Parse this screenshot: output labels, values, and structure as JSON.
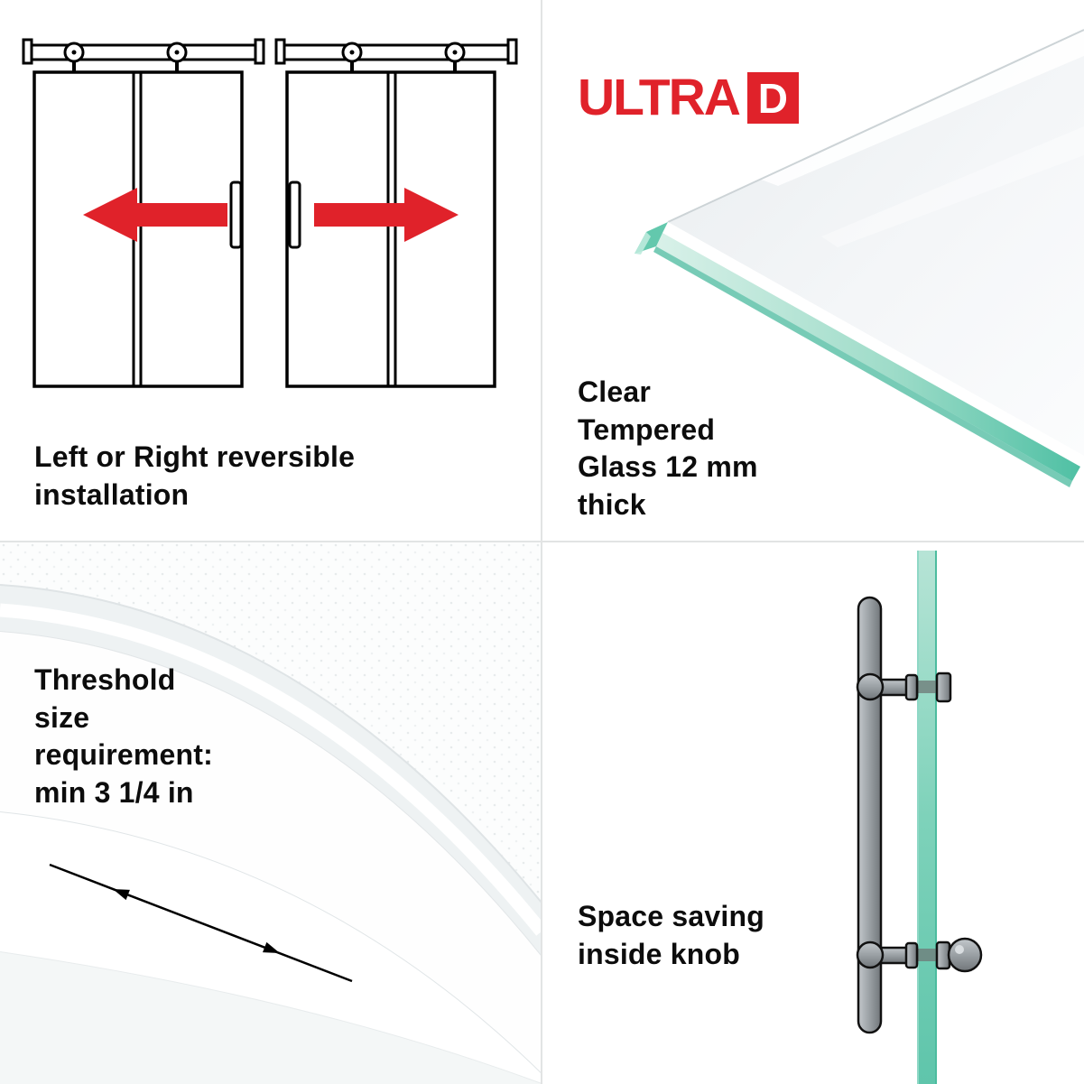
{
  "brand": {
    "name": "ULTRA",
    "boxed_letter": "D",
    "accent_color": "#e0222a"
  },
  "panels": {
    "reversible": {
      "caption": "Left or Right reversible\ninstallation"
    },
    "glass": {
      "caption": "Clear\nTempered\nGlass 12 mm\nthick"
    },
    "threshold": {
      "caption": "Threshold\nsize\nrequirement:\nmin 3 1/4 in"
    },
    "knob": {
      "caption": "Space saving\ninside knob"
    }
  },
  "colors": {
    "accent_red": "#e0222a",
    "glass_teal": "#6cc9b0",
    "metal_gray": "#9aa0a4",
    "divider_gray": "#e2e4e4"
  },
  "icons": [
    "sliding-door-left-arrow-icon",
    "sliding-door-right-arrow-icon",
    "tempered-glass-panel-icon",
    "shower-tray-threshold-icon",
    "handle-with-inside-knob-icon"
  ]
}
